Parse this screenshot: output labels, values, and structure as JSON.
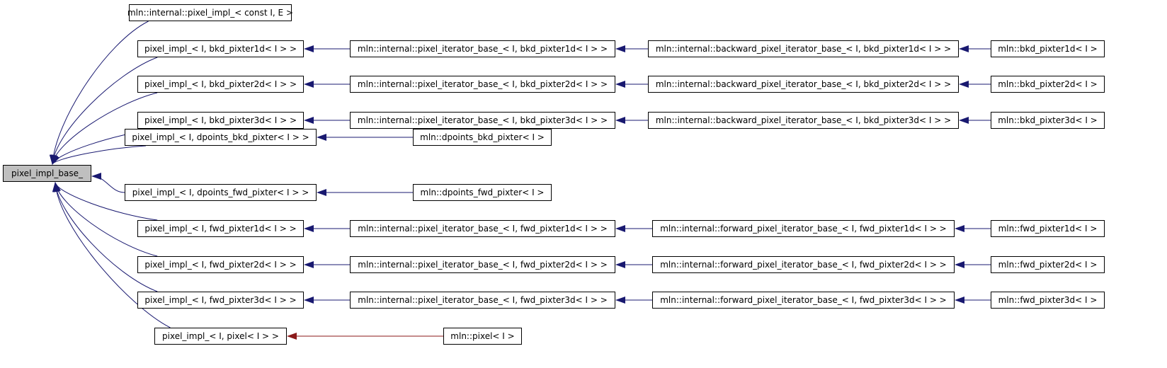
{
  "diagram": {
    "colors": {
      "edge": "#191970",
      "edge_private": "#8b1a1a",
      "root_fill": "#bfbfbf"
    },
    "root": {
      "label": "pixel_impl_base_"
    },
    "nodes": [
      {
        "id": "n_const",
        "label": "mln::internal::pixel_impl_< const I, E >"
      },
      {
        "id": "n_b1",
        "label": "pixel_impl_< I, bkd_pixter1d< I > >"
      },
      {
        "id": "n_b2",
        "label": "pixel_impl_< I, bkd_pixter2d< I > >"
      },
      {
        "id": "n_b3",
        "label": "pixel_impl_< I, bkd_pixter3d< I > >"
      },
      {
        "id": "n_db",
        "label": "pixel_impl_< I, dpoints_bkd_pixter< I > >"
      },
      {
        "id": "n_df",
        "label": "pixel_impl_< I, dpoints_fwd_pixter< I > >"
      },
      {
        "id": "n_f1",
        "label": "pixel_impl_< I, fwd_pixter1d< I > >"
      },
      {
        "id": "n_f2",
        "label": "pixel_impl_< I, fwd_pixter2d< I > >"
      },
      {
        "id": "n_f3",
        "label": "pixel_impl_< I, fwd_pixter3d< I > >"
      },
      {
        "id": "n_px",
        "label": "pixel_impl_< I, pixel< I > >"
      },
      {
        "id": "b1_it",
        "label": "mln::internal::pixel_iterator_base_< I, bkd_pixter1d< I > >"
      },
      {
        "id": "b2_it",
        "label": "mln::internal::pixel_iterator_base_< I, bkd_pixter2d< I > >"
      },
      {
        "id": "b3_it",
        "label": "mln::internal::pixel_iterator_base_< I, bkd_pixter3d< I > >"
      },
      {
        "id": "db_c",
        "label": "mln::dpoints_bkd_pixter< I >"
      },
      {
        "id": "df_c",
        "label": "mln::dpoints_fwd_pixter< I >"
      },
      {
        "id": "f1_it",
        "label": "mln::internal::pixel_iterator_base_< I, fwd_pixter1d< I > >"
      },
      {
        "id": "f2_it",
        "label": "mln::internal::pixel_iterator_base_< I, fwd_pixter2d< I > >"
      },
      {
        "id": "f3_it",
        "label": "mln::internal::pixel_iterator_base_< I, fwd_pixter3d< I > >"
      },
      {
        "id": "px_c",
        "label": "mln::pixel< I >"
      },
      {
        "id": "b1_bk",
        "label": "mln::internal::backward_pixel_iterator_base_< I, bkd_pixter1d< I > >"
      },
      {
        "id": "b2_bk",
        "label": "mln::internal::backward_pixel_iterator_base_< I, bkd_pixter2d< I > >"
      },
      {
        "id": "b3_bk",
        "label": "mln::internal::backward_pixel_iterator_base_< I, bkd_pixter3d< I > >"
      },
      {
        "id": "f1_fw",
        "label": "mln::internal::forward_pixel_iterator_base_< I, fwd_pixter1d< I > >"
      },
      {
        "id": "f2_fw",
        "label": "mln::internal::forward_pixel_iterator_base_< I, fwd_pixter2d< I > >"
      },
      {
        "id": "f3_fw",
        "label": "mln::internal::forward_pixel_iterator_base_< I, fwd_pixter3d< I > >"
      },
      {
        "id": "b1_c",
        "label": "mln::bkd_pixter1d< I >"
      },
      {
        "id": "b2_c",
        "label": "mln::bkd_pixter2d< I >"
      },
      {
        "id": "b3_c",
        "label": "mln::bkd_pixter3d< I >"
      },
      {
        "id": "f1_c",
        "label": "mln::fwd_pixter1d< I >"
      },
      {
        "id": "f2_c",
        "label": "mln::fwd_pixter2d< I >"
      },
      {
        "id": "f3_c",
        "label": "mln::fwd_pixter3d< I >"
      }
    ],
    "edges": [
      {
        "from": "n_const",
        "to": "root",
        "kind": "public"
      },
      {
        "from": "n_b1",
        "to": "root",
        "kind": "public"
      },
      {
        "from": "n_b2",
        "to": "root",
        "kind": "public"
      },
      {
        "from": "n_b3",
        "to": "root",
        "kind": "public"
      },
      {
        "from": "n_db",
        "to": "root",
        "kind": "public"
      },
      {
        "from": "n_df",
        "to": "root",
        "kind": "public"
      },
      {
        "from": "n_f1",
        "to": "root",
        "kind": "public"
      },
      {
        "from": "n_f2",
        "to": "root",
        "kind": "public"
      },
      {
        "from": "n_f3",
        "to": "root",
        "kind": "public"
      },
      {
        "from": "n_px",
        "to": "root",
        "kind": "public"
      },
      {
        "from": "b1_it",
        "to": "n_b1",
        "kind": "public"
      },
      {
        "from": "b2_it",
        "to": "n_b2",
        "kind": "public"
      },
      {
        "from": "b3_it",
        "to": "n_b3",
        "kind": "public"
      },
      {
        "from": "db_c",
        "to": "n_db",
        "kind": "public"
      },
      {
        "from": "df_c",
        "to": "n_df",
        "kind": "public"
      },
      {
        "from": "f1_it",
        "to": "n_f1",
        "kind": "public"
      },
      {
        "from": "f2_it",
        "to": "n_f2",
        "kind": "public"
      },
      {
        "from": "f3_it",
        "to": "n_f3",
        "kind": "public"
      },
      {
        "from": "px_c",
        "to": "n_px",
        "kind": "private"
      },
      {
        "from": "b1_bk",
        "to": "b1_it",
        "kind": "public"
      },
      {
        "from": "b2_bk",
        "to": "b2_it",
        "kind": "public"
      },
      {
        "from": "b3_bk",
        "to": "b3_it",
        "kind": "public"
      },
      {
        "from": "f1_fw",
        "to": "f1_it",
        "kind": "public"
      },
      {
        "from": "f2_fw",
        "to": "f2_it",
        "kind": "public"
      },
      {
        "from": "f3_fw",
        "to": "f3_it",
        "kind": "public"
      },
      {
        "from": "b1_c",
        "to": "b1_bk",
        "kind": "public"
      },
      {
        "from": "b2_c",
        "to": "b2_bk",
        "kind": "public"
      },
      {
        "from": "b3_c",
        "to": "b3_bk",
        "kind": "public"
      },
      {
        "from": "f1_c",
        "to": "f1_fw",
        "kind": "public"
      },
      {
        "from": "f2_c",
        "to": "f2_fw",
        "kind": "public"
      },
      {
        "from": "f3_c",
        "to": "f3_fw",
        "kind": "public"
      }
    ]
  }
}
